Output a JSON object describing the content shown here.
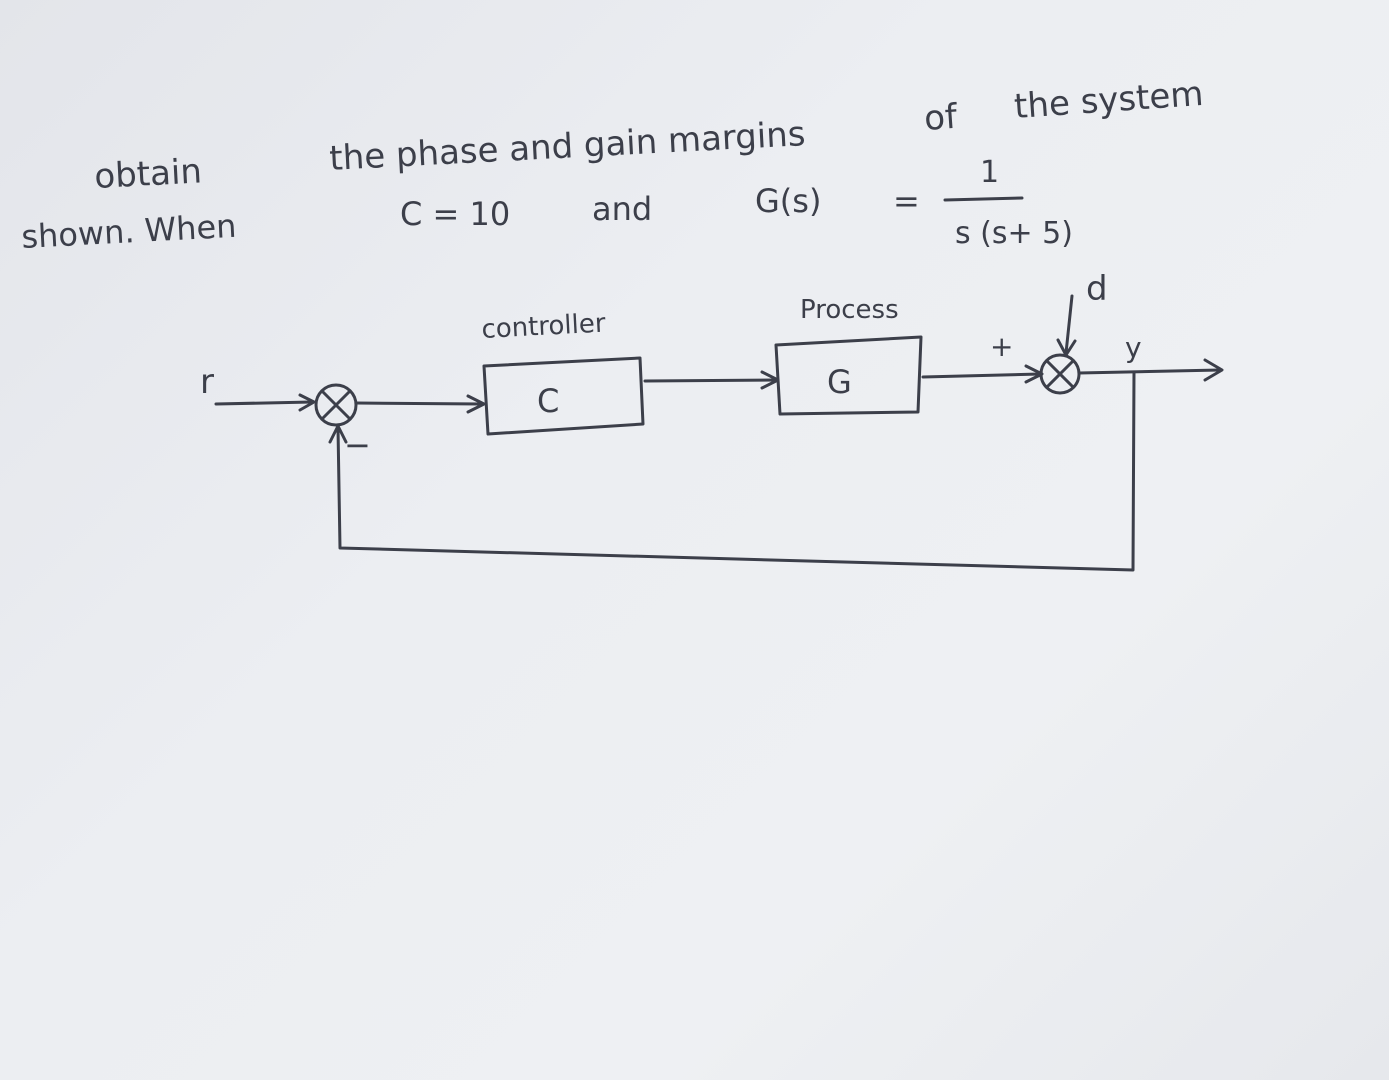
{
  "problem": {
    "line1_word1": "obtain",
    "line1_word2": "the phase and gain margins",
    "line1_word3": "of",
    "line1_word4": "the system",
    "line2_word1": "shown. When",
    "line2_c_value": "C = 10",
    "line2_and": "and",
    "line2_g_label": "G(s)",
    "line2_equals": "=",
    "numerator": "1",
    "denominator": "s (s+ 5)"
  },
  "diagram": {
    "input_label": "r",
    "controller_title": "controller",
    "controller_block": "C",
    "process_title": "Process",
    "process_block": "G",
    "disturbance_label": "d",
    "output_label": "y",
    "plus_sign": "+",
    "minus_sign": "−"
  }
}
